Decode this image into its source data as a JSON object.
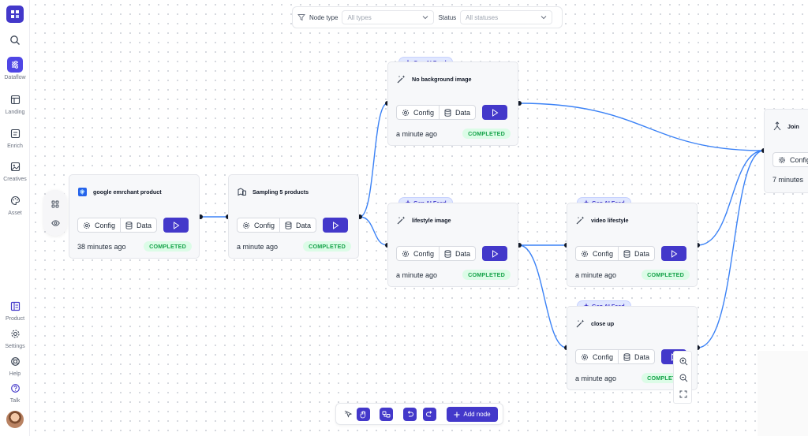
{
  "sidebar": {
    "items": [
      {
        "label": "",
        "icon": "search-icon"
      },
      {
        "label": "Dataflow",
        "icon": "dataflow-icon"
      },
      {
        "label": "Landing",
        "icon": "landing-icon"
      },
      {
        "label": "Enrich",
        "icon": "enrich-icon"
      },
      {
        "label": "Creatives",
        "icon": "image-icon"
      },
      {
        "label": "Asset",
        "icon": "palette-icon"
      },
      {
        "label": "Product",
        "icon": "product-icon"
      },
      {
        "label": "Settings",
        "icon": "gear-icon"
      },
      {
        "label": "Help",
        "icon": "lifebuoy-icon"
      },
      {
        "label": "Talk",
        "icon": "question-icon"
      }
    ]
  },
  "filters": {
    "node_type_label": "Node type",
    "node_type_value": "All types",
    "status_label": "Status",
    "status_value": "All statuses"
  },
  "common": {
    "config_label": "Config",
    "data_label": "Data",
    "badge_label": "Gen AI Feed"
  },
  "nodes": [
    {
      "title": "google emrchant product",
      "time": "38 minutes ago",
      "status": "COMPLETED"
    },
    {
      "title": "Sampling 5 products",
      "time": "a minute ago",
      "status": "COMPLETED"
    },
    {
      "title": "No background image",
      "time": "a minute ago",
      "status": "COMPLETED"
    },
    {
      "title": "lifestyle image",
      "time": "a minute ago",
      "status": "COMPLETED"
    },
    {
      "title": "video lifestyle",
      "time": "a minute ago",
      "status": "COMPLETED"
    },
    {
      "title": "close up",
      "time": "a minute ago",
      "status": "COMPLETED"
    },
    {
      "title": "Join",
      "time": "7 minutes",
      "status": ""
    }
  ],
  "toolbar": {
    "add_node_label": "Add node"
  },
  "colors": {
    "accent": "#4338ca",
    "edge": "#3b82f6",
    "status_text": "#16a34a",
    "status_bg": "#dcfce7"
  }
}
